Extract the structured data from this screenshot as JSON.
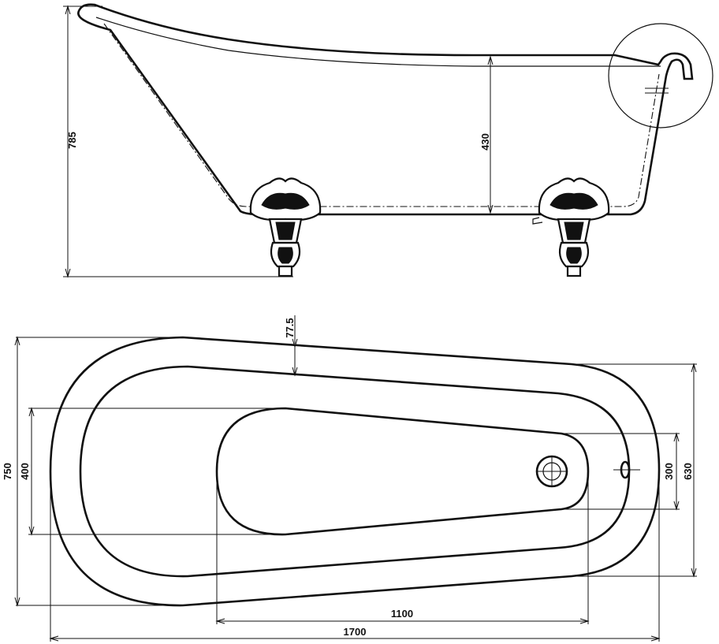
{
  "side_view": {
    "overall_height": "785",
    "inner_depth": "430"
  },
  "plan_view": {
    "rim_width": "77.5",
    "overall_width": "750",
    "inner_bowl_width": "400",
    "narrow_end_inner": "300",
    "narrow_end_outer": "630",
    "inner_bowl_length": "1100",
    "overall_length": "1700"
  },
  "colors": {
    "line": "#111111",
    "background": "#ffffff"
  }
}
